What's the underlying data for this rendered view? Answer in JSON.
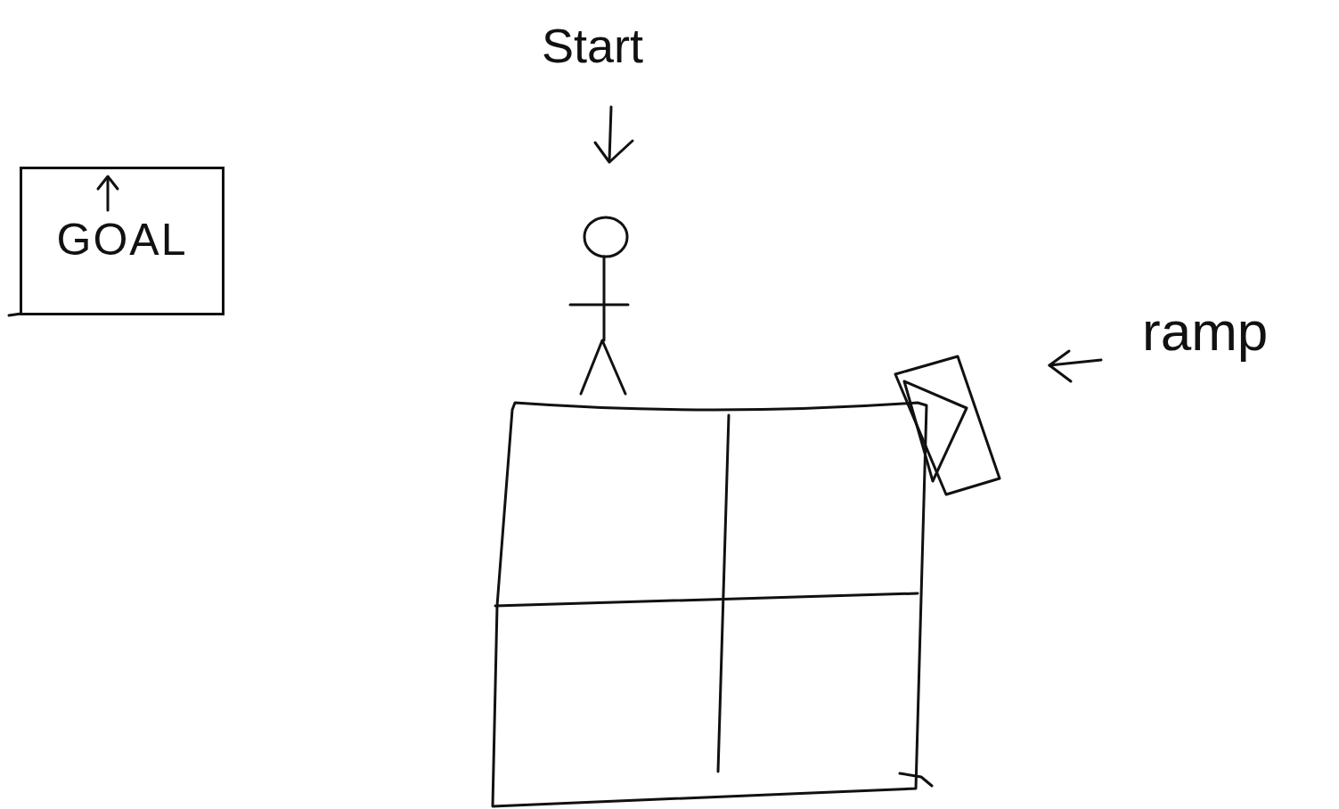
{
  "diagram": {
    "nodes": [
      {
        "text": [
          "GOAL"
        ]
      }
    ],
    "labels": [
      "Start",
      "ramp"
    ]
  }
}
